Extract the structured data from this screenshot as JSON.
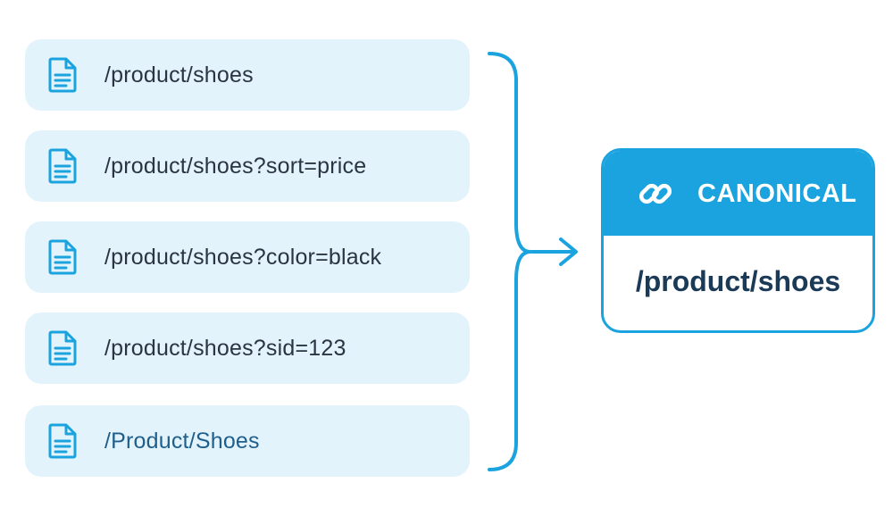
{
  "urls": [
    {
      "text": "/product/shoes",
      "icon": "document-icon"
    },
    {
      "text": "/product/shoes?sort=price",
      "icon": "document-icon"
    },
    {
      "text": "/product/shoes?color=black",
      "icon": "document-icon"
    },
    {
      "text": "/product/shoes?sid=123",
      "icon": "document-icon"
    },
    {
      "text": "/Product/Shoes",
      "icon": "document-icon"
    }
  ],
  "canonical": {
    "label": "CANONICAL",
    "icon": "link-icon",
    "url": "/product/shoes"
  },
  "colors": {
    "accent": "#1aa3de",
    "item_background": "#e3f3fb",
    "text": "#2a3442",
    "canonical_text": "#1b3a57"
  }
}
